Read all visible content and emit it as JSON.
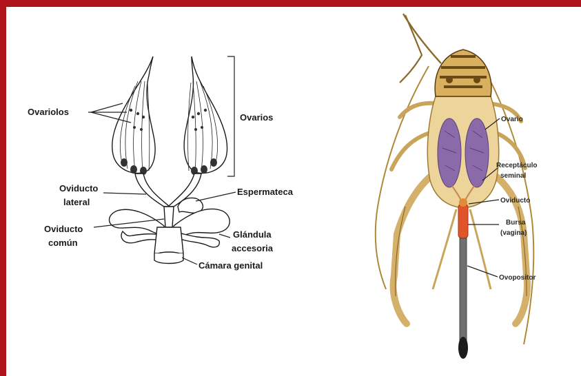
{
  "labels": {
    "ovariolos": "Ovariolos",
    "ovarios": "Ovarios",
    "oviducto_lateral_1": "Oviducto",
    "oviducto_lateral_2": "lateral",
    "espermateca": "Espermateca",
    "oviducto_comun_1": "Oviducto",
    "oviducto_comun_2": "común",
    "glandula_1": "Glándula",
    "glandula_2": "accesoria",
    "camara_genital": "Cámara genital",
    "ovario": "Ovario",
    "receptaculo_1": "Receptáculo",
    "receptaculo_2": "seminal",
    "oviducto": "Oviducto",
    "bursa_1": "Bursa",
    "bursa_2": "(vagina)",
    "ovopositor": "Ovopositor"
  },
  "colors": {
    "frame": "#b0121b",
    "ovary_purple": "#8a6aa8",
    "insect_body": "#e8c98a",
    "insect_dark": "#6a4a14",
    "bursa": "#e0552a",
    "ovipositor": "#707070"
  }
}
